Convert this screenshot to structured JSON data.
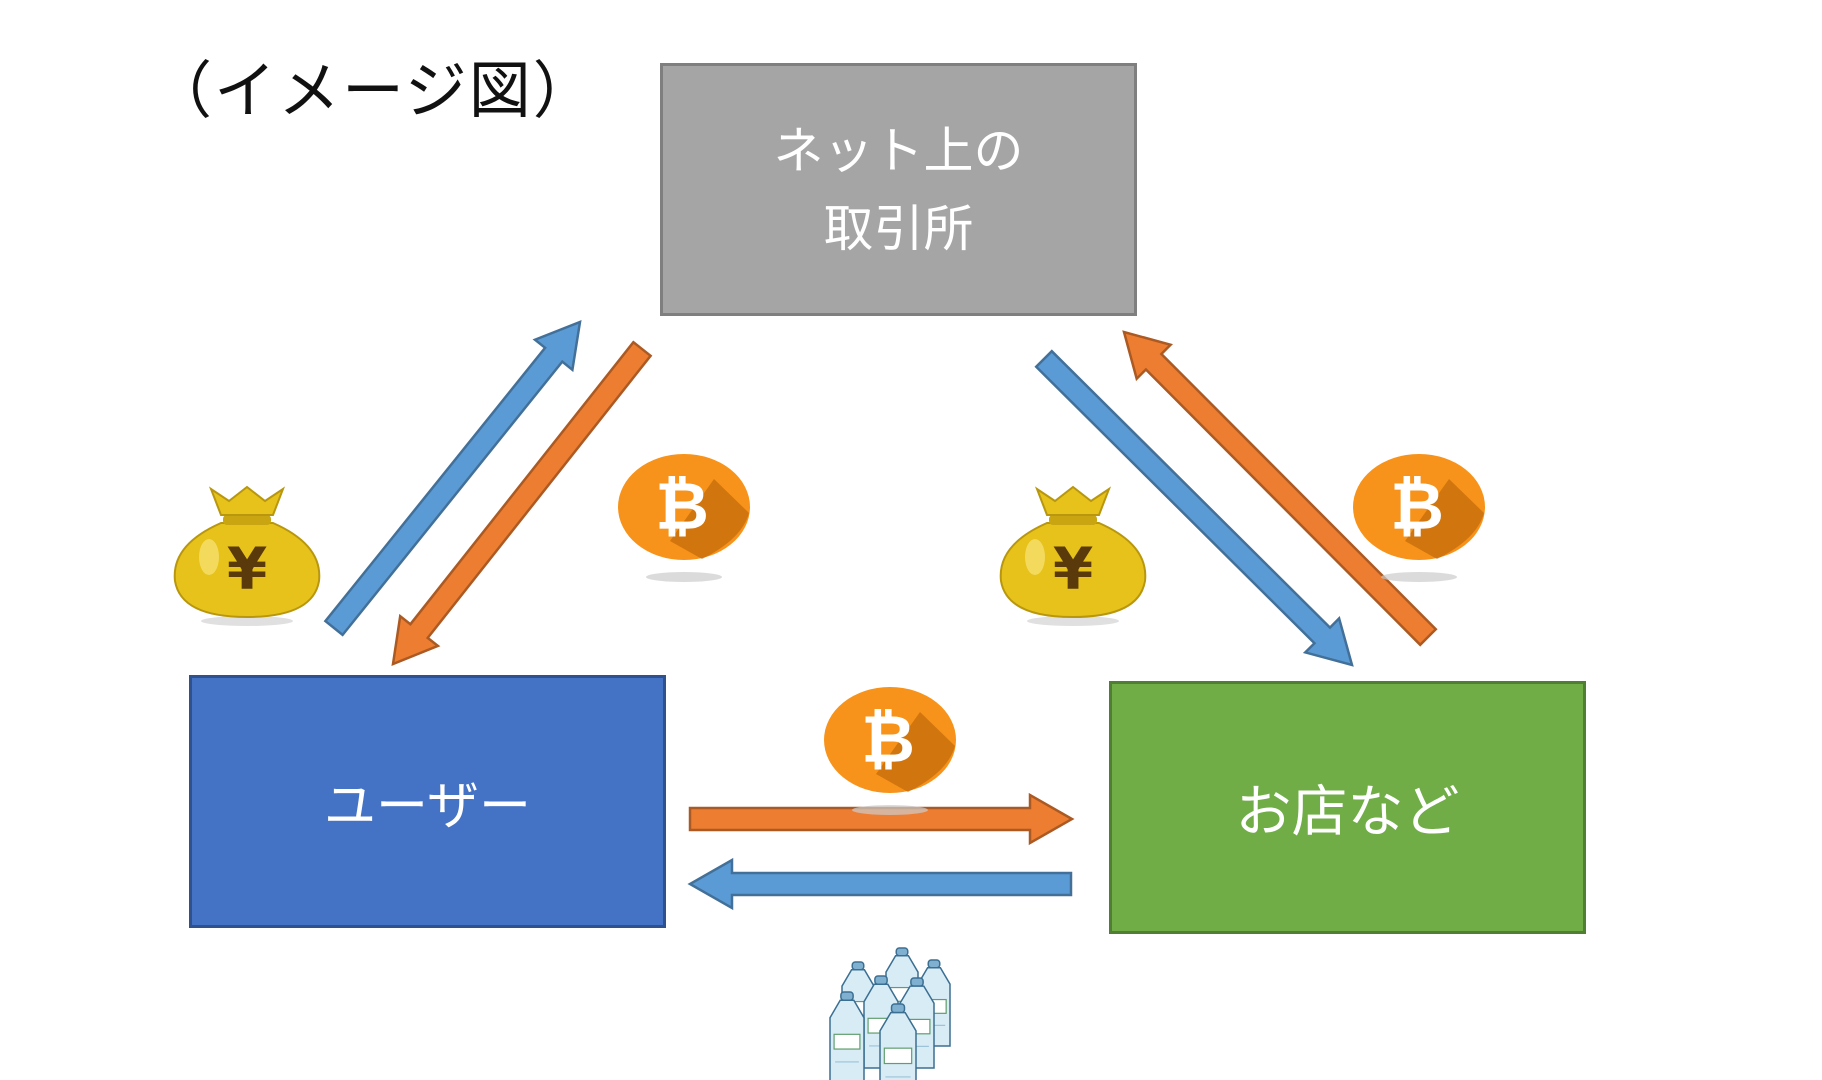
{
  "caption": "（イメージ図）",
  "nodes": {
    "exchange": {
      "line1": "ネット上の",
      "line2": "取引所"
    },
    "user": {
      "label": "ユーザー"
    },
    "shop": {
      "label": "お店など"
    }
  },
  "icons": {
    "money_bag": "money-bag-yen-icon",
    "coin": "bitcoin-coin-icon",
    "goods": "water-bottles-icon",
    "yen_symbol": "¥",
    "coin_symbol": "₿"
  },
  "colors": {
    "exchange_box": "#a5a5a5",
    "user_box": "#4472c4",
    "shop_box": "#70ad47",
    "yen_arrow": "#5b9bd5",
    "bitcoin_arrow": "#ed7d31",
    "coin": "#f7931a",
    "bag": "#e6c21a"
  }
}
